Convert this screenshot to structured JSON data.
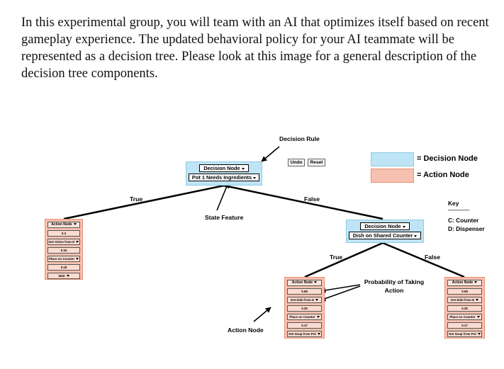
{
  "intro_text": "In this experimental group, you will team with an AI that optimizes itself based on recent gameplay experience.  The updated behavioral policy for your AI teammate will be represented as a decision tree. Please look at this image for a general description of the decision tree components.",
  "annotations": {
    "decision_rule": "Decision Rule",
    "state_feature": "State Feature",
    "probability": "Probability of Taking Action",
    "action_node": "Action Node"
  },
  "buttons": {
    "undo": "Undo",
    "reset": "Reset"
  },
  "legend": {
    "decision": "= Decision Node",
    "action": "= Action Node",
    "decision_color": "#bfe4f5",
    "action_color": "#f6c1b0"
  },
  "key": {
    "title": "Key",
    "divider": "----------------------",
    "counter": "C: Counter",
    "dispenser": "D: Dispenser"
  },
  "edge_labels": {
    "true_left": "True",
    "false_right": "False",
    "true_bottom": "True",
    "false_bottom": "False"
  },
  "root_node": {
    "type_label": "Decision Node",
    "feature": "Pot 1 Needs Ingredients"
  },
  "child_decision_node": {
    "type_label": "Decision Node",
    "feature": "Dish on Shared Counter"
  },
  "action_left": {
    "rows": [
      "Action Node",
      "0.3",
      "Get Onion from D",
      "0.34",
      "Place on Counter",
      "0.18",
      "Wait"
    ]
  },
  "action_mid": {
    "rows": [
      "Action Node",
      "0.58",
      "Get Dish from D",
      "0.25",
      "Place on Counter",
      "0.17",
      "Get Soup from Pot"
    ]
  },
  "action_right": {
    "rows": [
      "Action Node",
      "0.58",
      "Get Dish from D",
      "0.25",
      "Place on Counter",
      "0.17",
      "Get Soup from Pot"
    ]
  }
}
